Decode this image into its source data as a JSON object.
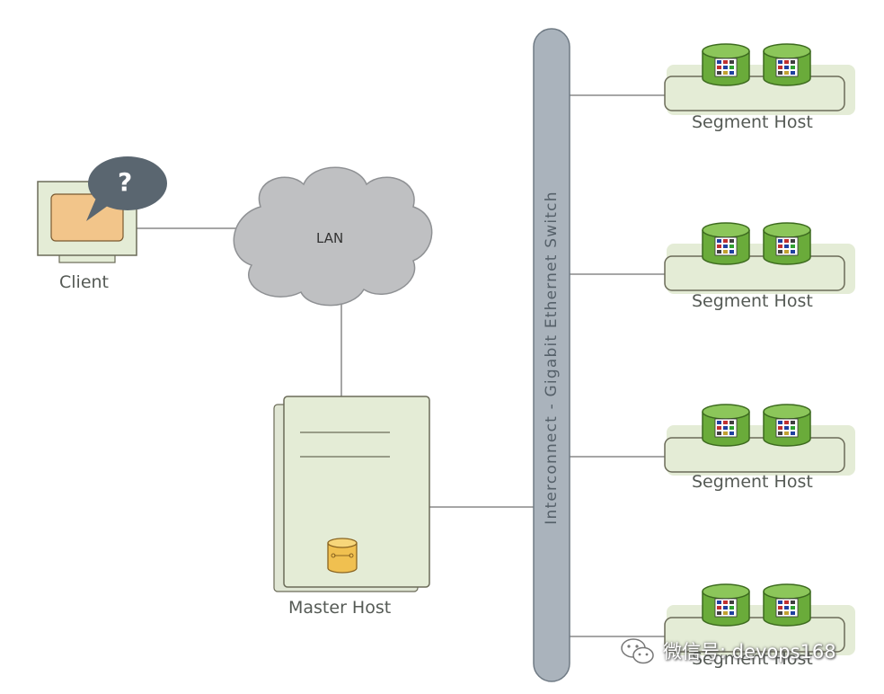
{
  "diagram": {
    "client_label": "Client",
    "client_bubble_text": "?",
    "lan_label": "LAN",
    "master_label": "Master Host",
    "switch_label": "Interconnect - Gigabit Ethernet Switch",
    "segment_hosts": [
      {
        "label": "Segment Host"
      },
      {
        "label": "Segment Host"
      },
      {
        "label": "Segment Host"
      },
      {
        "label": "Segment Host"
      }
    ]
  },
  "watermark": {
    "text": "微信号: devops168",
    "icon": "wechat-icon"
  },
  "colors": {
    "panel_fill": "#e4ecd6",
    "panel_stroke": "#6b6b58",
    "switch_fill": "#aab3bc",
    "disk_green": "#6aab3a",
    "cloud_fill": "#bfc0c2",
    "screen_fill": "#f2c58a",
    "bubble_fill": "#5a6670",
    "db_fill": "#f0c050"
  }
}
